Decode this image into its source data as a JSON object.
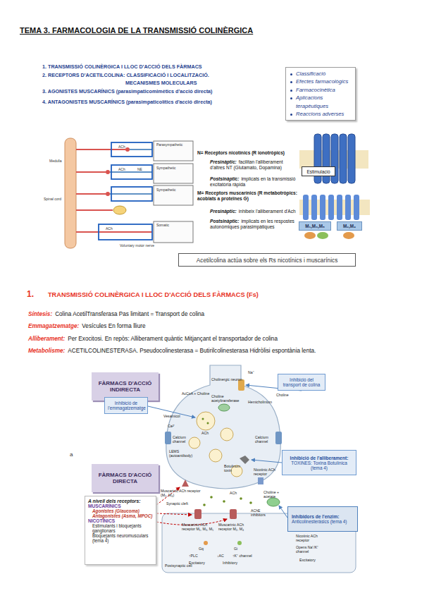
{
  "diagram": {
    "title": "TEMA 3. FARMACOLOGIA DE LA TRANSMISSIÓ COLINÈRGICA",
    "nodes": [
      {
        "text": [
          "Classificació",
          "Efectes farmacològics",
          "Farmacocinètica",
          "Aplicacions terapèutiques",
          "Reaccions adverses"
        ]
      },
      {
        "text": [
          "Estimulació"
        ]
      },
      {
        "text": [
          "M₁,M₃,M₅"
        ]
      },
      {
        "text": [
          "M₂,M₄"
        ]
      },
      {
        "text": [
          "Acetilcolina actúa sobre els Rs nicotínics i muscarínics"
        ]
      },
      {
        "text": [
          "FÀRMACS D'ACCIÓ INDIRECTA"
        ]
      },
      {
        "text": [
          "Inhibició del transport de colina"
        ]
      },
      {
        "text": [
          "Inhibició de l'emmagatzematge"
        ]
      },
      {
        "text": [
          "Inhibició de l'alliberament:",
          "TOXINES: Toxina Botulínica (tema 4)"
        ]
      },
      {
        "text": [
          "FÀRMACS D'ACCIÓ DIRECTA"
        ]
      },
      {
        "text": [
          "A nivell dels receptors:",
          "MUSCARÍNICS",
          "Agonistes (Glaucoma)",
          "Antagonistes (Asma, MPOC)",
          "NICOTÍNICS",
          "Estimulants i bloquejants ganglionars",
          "Bloquejants neuromusculars (tema 4)"
        ]
      },
      {
        "text": [
          "Inhibidors de l'enzim:",
          "Anticolinesteràsics (tema 4)"
        ]
      }
    ],
    "labels": [
      "1. TRANSMISSIÓ COLINÈRGICA I LLOC D'ACCIÓ DELS FÀRMACS",
      "2. RECEPTORS D'ACETILCOLINA: CLASSIFICACIÓ I LOCALITZACIÓ.",
      "MECANISMES MOLECULARS",
      "3. AGONISTES MUSCARÍNICS (parasimpaticomimètics d'acció directa)",
      "4. ANTAGONISTES MUSCARÍNICS (parasimpaticolítics d'acció directa)",
      "Parasympathetic",
      "Sympathetic",
      "Sympathetic",
      "Somatic",
      "Medulla",
      "Spinal cord",
      "ACh",
      "ACh",
      "NE",
      "ACh",
      "Voluntary motor nerve",
      "N= Receptors nicotínics (R ionotròpics)",
      "Presinàptic:",
      "facilitan l'alliberament d'altres NT (Glutamato, Dopamina)",
      "Postsinàptic:",
      "implicats en la transmissió excitatòria ràpida",
      "M= Receptors muscarínics (R metabotròpics: acoblats a proteïnes G)",
      "Presinàptic:",
      "inhibeix l'alliberament d'Ach",
      "Postsinàptic:",
      "implicats en les respostes autonòmiques parasimpàtiques",
      "1.",
      "TRANSMISSIÓ COLINÈRGICA I LLOC D'ACCIÓ DELS FÀRMACS (Fs)",
      "Síntesis:",
      "Colina AcetilTransferasa Pas limitant = Transport de colina",
      "Emmagatzematge:",
      "Vesícules En forma lliure",
      "Alliberament:",
      "Per Exocitosi. En repòs: Alliberament quàntic Mitjançant el transportador de colina",
      "Metabolisme:",
      "ACETILCOLINESTERASA. Pseudocolinesterasa = Butirilcolinesterasa Hidròlisi espontània lenta.",
      "a",
      "Cholinergic neuron",
      "Na⁺",
      "Choline",
      "AcCoA + Choline",
      "Choline acetyltransferase",
      "Hemicholinium",
      "Vesamicol",
      "ACh",
      "Calcium channel",
      "Calcium channel",
      "Ca²⁺",
      "LEMS (autoantibody)",
      "Botulinum toxin",
      "Muscarinic ACh receptor (M₂, M₄)",
      "ACh",
      "Nicotinic ACh receptor",
      "Choline + acetate",
      "AChE inhibitors",
      "Synaptic cleft",
      "Postsynaptic cell",
      "Muscarinic ACh receptor M₁, M₃, M₅",
      "Muscarinic ACh receptor M₂, M₄",
      "Nicotinic ACh receptor",
      "Gq",
      "Gi",
      "↑PLC",
      "↓AC",
      "↑K⁺ channel",
      "Opens Na⁺/K⁺ channel",
      "Excitatory",
      "Inhibitory",
      "Excitatory"
    ]
  }
}
